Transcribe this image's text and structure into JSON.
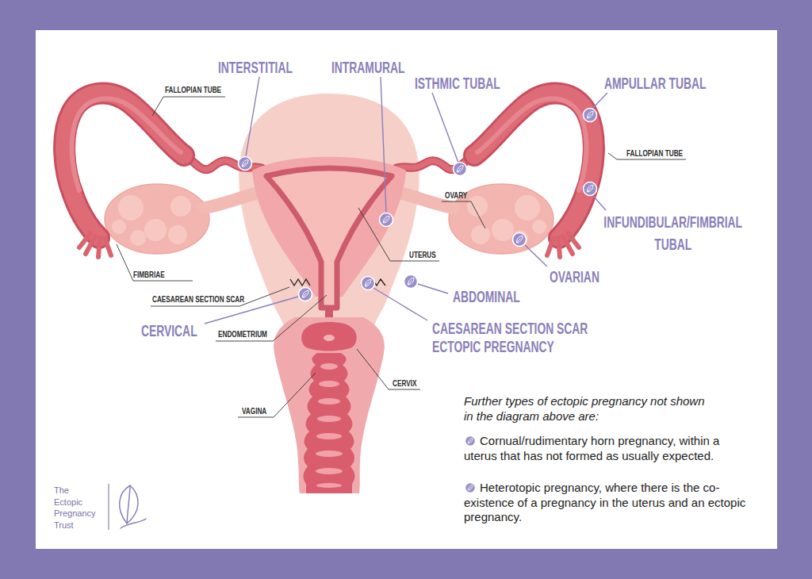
{
  "diagram": {
    "labels": [
      "INTERSTITIAL",
      "INTRAMURAL",
      "ISTHMIC TUBAL",
      "AMPULLAR TUBAL",
      "FALLOPIAN TUBE",
      "FALLOPIAN TUBE",
      "OVARY",
      "INFUNDIBULAR/FIMBRIAL TUBAL",
      "UTERUS",
      "OVARIAN",
      "FIMBRIAE",
      "ABDOMINAL",
      "CAESAREAN SECTION SCAR",
      "CERVICAL",
      "CAESAREAN SECTION SCAR ECTOPIC PREGNANCY",
      "ENDOMETRIUM",
      "CERVIX",
      "VAGINA",
      "Further types of ectopic pregnancy not shown in the diagram above are:",
      "Cornual/rudimentary horn pregnancy, within a uterus that has not formed as usually expected.",
      "Heterotopic pregnancy, where there is the co-existence of a pregnancy in the uterus and an ectopic pregnancy.",
      "The Ectopic Pregnancy Trust"
    ]
  }
}
